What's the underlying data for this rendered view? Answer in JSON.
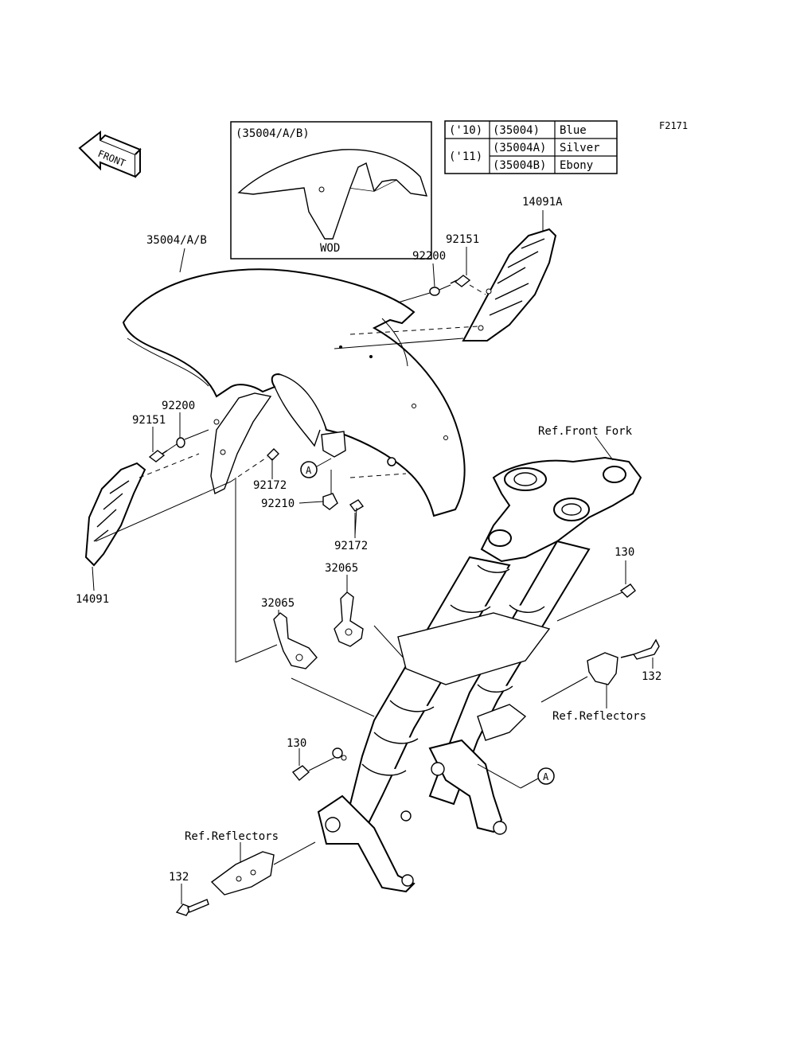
{
  "figure_code": "F2171",
  "front_arrow": {
    "label": "FRONT",
    "icon": "front-direction-arrow-icon"
  },
  "inset": {
    "caption": "(35004/A/B)",
    "bottom_label": "WOD"
  },
  "color_table": {
    "rows": [
      {
        "year": "('10)",
        "part": "(35004)",
        "color": "Blue"
      },
      {
        "year": "('11)",
        "part": "(35004A)",
        "color": "Silver"
      },
      {
        "year": "",
        "part": "(35004B)",
        "color": "Ebony"
      }
    ]
  },
  "callouts": {
    "fender": "35004/A/B",
    "cover_right": "14091A",
    "cover_left": "14091",
    "bolt_92151_right": "92151",
    "washer_92200_right": "92200",
    "washer_92200_left": "92200",
    "bolt_92151_left": "92151",
    "screw_92172_a": "92172",
    "screw_92172_b": "92172",
    "nut_92210": "92210",
    "bracket_32065_a": "32065",
    "bracket_32065_b": "32065",
    "bolt_130_right": "130",
    "bolt_132_right": "132",
    "bolt_130_left": "130",
    "bolt_132_left": "132",
    "ref_front_fork": "Ref.Front Fork",
    "ref_reflectors_right": "Ref.Reflectors",
    "ref_reflectors_left": "Ref.Reflectors",
    "ref_a_1": "A",
    "ref_a_2": "A"
  }
}
